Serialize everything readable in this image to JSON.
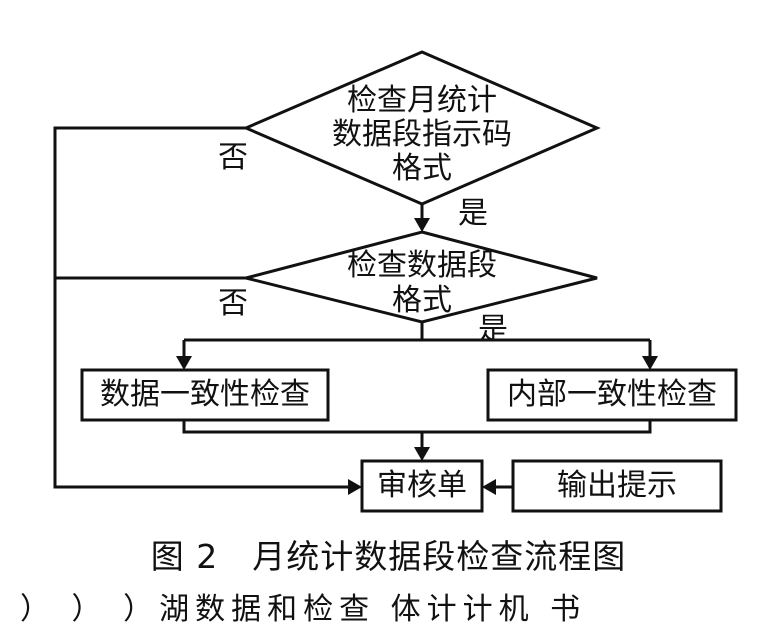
{
  "nodes": {
    "decision1": [
      "检查月统计",
      "数据段指示码",
      "格式"
    ],
    "decision2": [
      "检查数据段",
      "格式"
    ],
    "box_data_consistency": "数据一致性检查",
    "box_internal_consistency": "内部一致性检查",
    "box_audit": "审核单",
    "box_output": "输出提示"
  },
  "edge_labels": {
    "d1_no": "否",
    "d1_yes": "是",
    "d2_no": "否",
    "d2_yes": "是"
  },
  "caption": "图 2　月统计数据段检查流程图",
  "truncated_text": "）  ）  ）湖数据和检查  体计计机  书"
}
